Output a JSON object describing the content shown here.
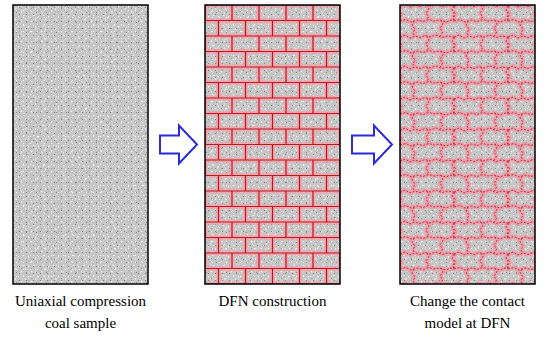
{
  "diagram": {
    "nodes": [
      {
        "text": [
          "Uniaxial compression coal sample"
        ]
      },
      {
        "text": [
          "DFN construction"
        ]
      },
      {
        "text": [
          "Change the contact model at DFN"
        ]
      }
    ],
    "edges": [
      {
        "from": 0,
        "to": 1,
        "arrow": "to"
      },
      {
        "from": 1,
        "to": 2,
        "arrow": "to"
      }
    ]
  }
}
